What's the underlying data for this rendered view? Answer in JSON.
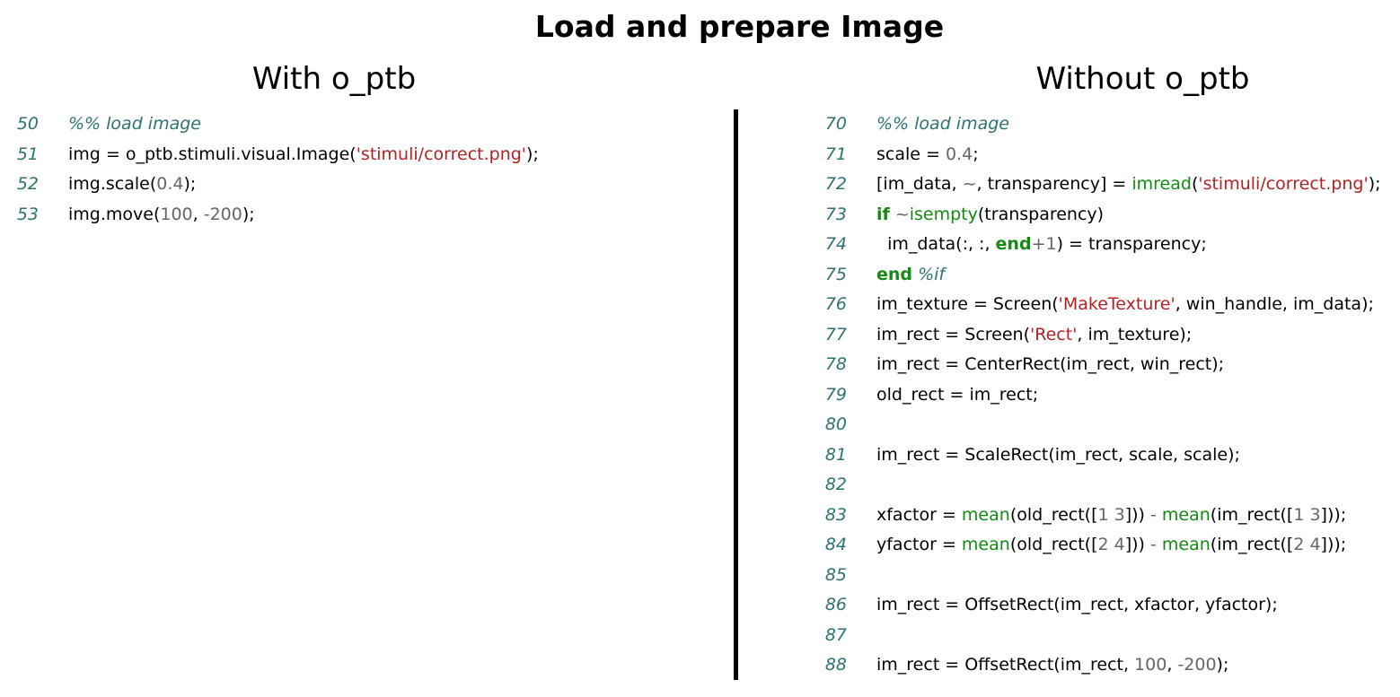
{
  "title": "Load and prepare Image",
  "left": {
    "heading": "With o_ptb",
    "lines": [
      {
        "num": "50",
        "tokens": [
          {
            "t": "%% load image",
            "c": "comment"
          }
        ]
      },
      {
        "num": "51",
        "tokens": [
          {
            "t": "img = o_ptb.stimuli.visual.Image(",
            "c": "plain"
          },
          {
            "t": "'stimuli/correct.png'",
            "c": "string"
          },
          {
            "t": ");",
            "c": "plain"
          }
        ]
      },
      {
        "num": "52",
        "tokens": [
          {
            "t": "img.scale(",
            "c": "plain"
          },
          {
            "t": "0.4",
            "c": "number"
          },
          {
            "t": ");",
            "c": "plain"
          }
        ]
      },
      {
        "num": "53",
        "tokens": [
          {
            "t": "img.move(",
            "c": "plain"
          },
          {
            "t": "100",
            "c": "number"
          },
          {
            "t": ", ",
            "c": "plain"
          },
          {
            "t": "-200",
            "c": "number"
          },
          {
            "t": ");",
            "c": "plain"
          }
        ]
      }
    ]
  },
  "right": {
    "heading": "Without o_ptb",
    "lines": [
      {
        "num": "70",
        "tokens": [
          {
            "t": "%% load image",
            "c": "comment"
          }
        ]
      },
      {
        "num": "71",
        "tokens": [
          {
            "t": "scale = ",
            "c": "plain"
          },
          {
            "t": "0.4",
            "c": "number"
          },
          {
            "t": ";",
            "c": "plain"
          }
        ]
      },
      {
        "num": "72",
        "tokens": [
          {
            "t": "[im_data, ",
            "c": "plain"
          },
          {
            "t": "~",
            "c": "op"
          },
          {
            "t": ", transparency] = ",
            "c": "plain"
          },
          {
            "t": "imread",
            "c": "func"
          },
          {
            "t": "(",
            "c": "plain"
          },
          {
            "t": "'stimuli/correct.png'",
            "c": "string"
          },
          {
            "t": ");",
            "c": "plain"
          }
        ]
      },
      {
        "num": "73",
        "tokens": [
          {
            "t": "if",
            "c": "keyword"
          },
          {
            "t": " ",
            "c": "plain"
          },
          {
            "t": "~",
            "c": "op"
          },
          {
            "t": "isempty",
            "c": "func"
          },
          {
            "t": "(transparency)",
            "c": "plain"
          }
        ]
      },
      {
        "num": "74",
        "tokens": [
          {
            "t": "  im_data(:, :, ",
            "c": "plain"
          },
          {
            "t": "end",
            "c": "keyword"
          },
          {
            "t": "+1",
            "c": "number"
          },
          {
            "t": ") = transparency;",
            "c": "plain"
          }
        ]
      },
      {
        "num": "75",
        "tokens": [
          {
            "t": "end",
            "c": "keyword"
          },
          {
            "t": " ",
            "c": "plain"
          },
          {
            "t": "%if",
            "c": "comment"
          }
        ]
      },
      {
        "num": "76",
        "tokens": [
          {
            "t": "im_texture = Screen(",
            "c": "plain"
          },
          {
            "t": "'MakeTexture'",
            "c": "string"
          },
          {
            "t": ", win_handle, im_data);",
            "c": "plain"
          }
        ]
      },
      {
        "num": "77",
        "tokens": [
          {
            "t": "im_rect = Screen(",
            "c": "plain"
          },
          {
            "t": "'Rect'",
            "c": "string"
          },
          {
            "t": ", im_texture);",
            "c": "plain"
          }
        ]
      },
      {
        "num": "78",
        "tokens": [
          {
            "t": "im_rect = CenterRect(im_rect, win_rect);",
            "c": "plain"
          }
        ]
      },
      {
        "num": "79",
        "tokens": [
          {
            "t": "old_rect = im_rect;",
            "c": "plain"
          }
        ]
      },
      {
        "num": "80",
        "tokens": []
      },
      {
        "num": "81",
        "tokens": [
          {
            "t": "im_rect = ScaleRect(im_rect, scale, scale);",
            "c": "plain"
          }
        ]
      },
      {
        "num": "82",
        "tokens": []
      },
      {
        "num": "83",
        "tokens": [
          {
            "t": "xfactor = ",
            "c": "plain"
          },
          {
            "t": "mean",
            "c": "func"
          },
          {
            "t": "(old_rect([",
            "c": "plain"
          },
          {
            "t": "1 3",
            "c": "number"
          },
          {
            "t": "])) ",
            "c": "plain"
          },
          {
            "t": "-",
            "c": "op"
          },
          {
            "t": " ",
            "c": "plain"
          },
          {
            "t": "mean",
            "c": "func"
          },
          {
            "t": "(im_rect([",
            "c": "plain"
          },
          {
            "t": "1 3",
            "c": "number"
          },
          {
            "t": "]));",
            "c": "plain"
          }
        ]
      },
      {
        "num": "84",
        "tokens": [
          {
            "t": "yfactor = ",
            "c": "plain"
          },
          {
            "t": "mean",
            "c": "func"
          },
          {
            "t": "(old_rect([",
            "c": "plain"
          },
          {
            "t": "2 4",
            "c": "number"
          },
          {
            "t": "])) ",
            "c": "plain"
          },
          {
            "t": "-",
            "c": "op"
          },
          {
            "t": " ",
            "c": "plain"
          },
          {
            "t": "mean",
            "c": "func"
          },
          {
            "t": "(im_rect([",
            "c": "plain"
          },
          {
            "t": "2 4",
            "c": "number"
          },
          {
            "t": "]));",
            "c": "plain"
          }
        ]
      },
      {
        "num": "85",
        "tokens": []
      },
      {
        "num": "86",
        "tokens": [
          {
            "t": "im_rect = OffsetRect(im_rect, xfactor, yfactor);",
            "c": "plain"
          }
        ]
      },
      {
        "num": "87",
        "tokens": []
      },
      {
        "num": "88",
        "tokens": [
          {
            "t": "im_rect = OffsetRect(im_rect, ",
            "c": "plain"
          },
          {
            "t": "100",
            "c": "number"
          },
          {
            "t": ", ",
            "c": "plain"
          },
          {
            "t": "-200",
            "c": "number"
          },
          {
            "t": ");",
            "c": "plain"
          }
        ]
      }
    ]
  },
  "colors": {
    "comment": "#2e7272",
    "string": "#b22222",
    "number": "#666666",
    "function": "#138a13",
    "keyword": "#138a13",
    "divider": "#000000"
  }
}
